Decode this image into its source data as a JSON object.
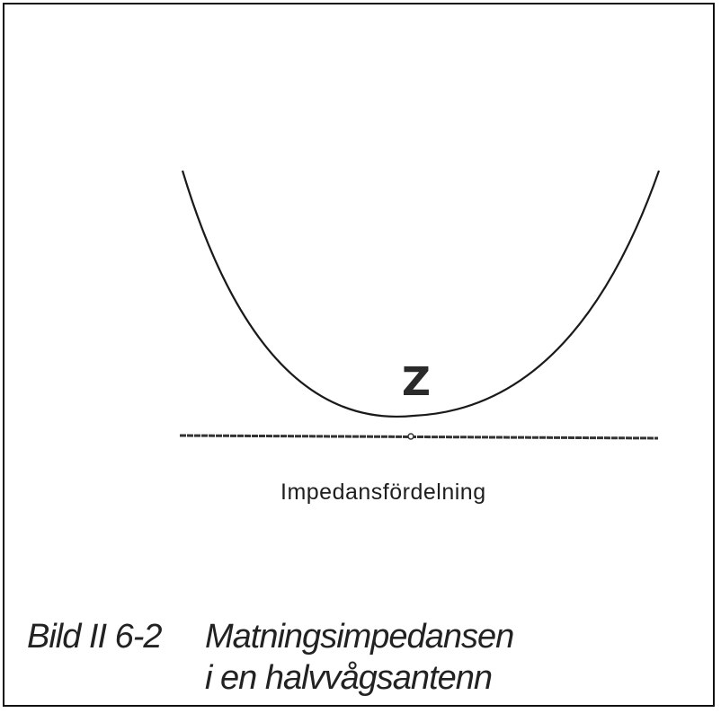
{
  "diagram": {
    "curve_label": "Z",
    "caption": "Impedansfördelning"
  },
  "figure_caption": {
    "number": "Bild II 6-2",
    "title_line1": "Matningsimpedansen",
    "title_line2": "i en halvvågsantenn"
  },
  "colors": {
    "ink": "#1a1a1a",
    "background": "#ffffff"
  }
}
